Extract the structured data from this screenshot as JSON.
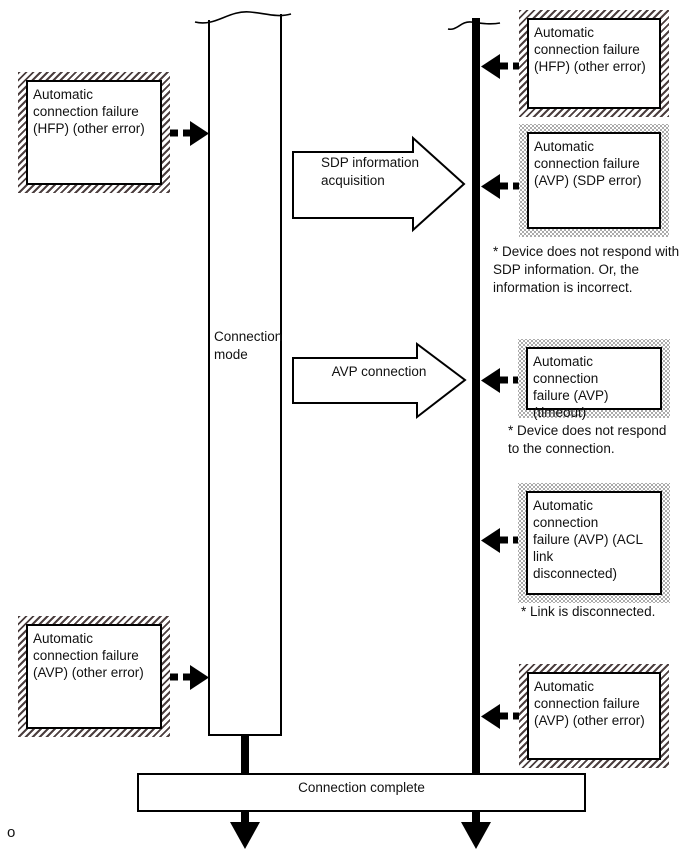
{
  "lifeline": {
    "connection_mode_label": [
      "Connection",
      "mode"
    ]
  },
  "process_arrows": {
    "sdp": [
      "SDP information",
      "acquisition"
    ],
    "avp": [
      "AVP connection"
    ]
  },
  "failure_boxes": {
    "left_top": [
      "Automatic",
      "connection failure",
      "(HFP) (other error)"
    ],
    "left_bottom": [
      "Automatic",
      "connection failure",
      "(AVP) (other error)"
    ],
    "right_hfp_other": [
      "Automatic",
      "connection failure",
      "(HFP) (other error)"
    ],
    "right_avp_sdp": [
      "Automatic",
      "connection failure",
      "(AVP) (SDP error)"
    ],
    "right_avp_timeout": [
      "Automatic connection",
      "failure (AVP) (timeout)"
    ],
    "right_avp_acl": [
      "Automatic connection",
      "failure (AVP) (ACL link",
      "disconnected)"
    ],
    "right_avp_other": [
      "Automatic",
      "connection failure",
      "(AVP) (other error)"
    ]
  },
  "notes": {
    "sdp_note": [
      "* Device does not respond with",
      "SDP information. Or, the",
      "information is incorrect."
    ],
    "timeout_note": [
      "* Device does not respond",
      "to the connection."
    ],
    "acl_note": [
      "* Link is disconnected."
    ]
  },
  "complete": {
    "label": "Connection complete"
  },
  "footer": {
    "char": "o"
  },
  "colors": {
    "hatch": "#4c3f3f",
    "dots": "#8f8f8f",
    "line": "#000000"
  }
}
